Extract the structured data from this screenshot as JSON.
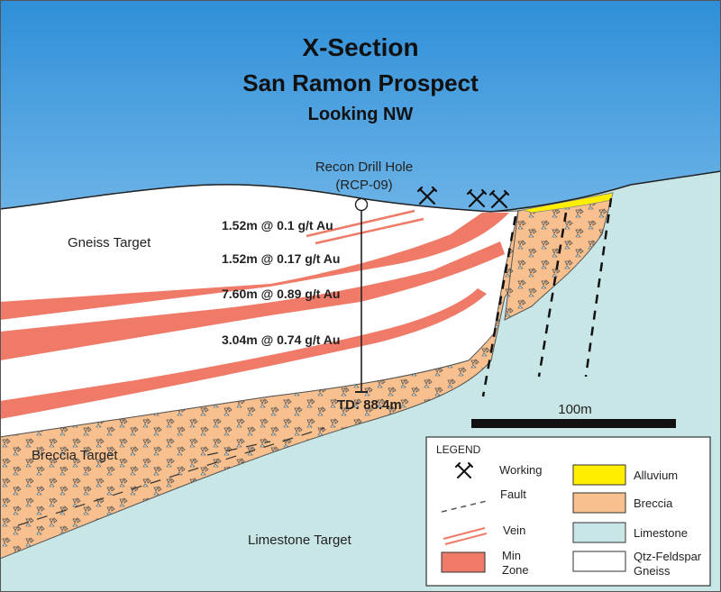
{
  "title": {
    "line1": "X-Section",
    "line2": "San Ramon Prospect",
    "line3": "Looking NW"
  },
  "drill_hole": {
    "label": "Recon Drill Hole",
    "id": "(RCP-09)",
    "td": "TD: 88.4m"
  },
  "intercepts": [
    "1.52m @ 0.1 g/t Au",
    "1.52m @ 0.17 g/t Au",
    "7.60m @ 0.89 g/t Au",
    "3.04m @ 0.74 g/t Au"
  ],
  "targets": {
    "gneiss": "Gneiss Target",
    "breccia": "Breccia Target",
    "limestone": "Limestone Target"
  },
  "scale_bar": {
    "label": "100m"
  },
  "legend": {
    "title": "LEGEND",
    "working": "Working",
    "fault": "Fault",
    "vein": "Vein",
    "min_zone_1": "Min",
    "min_zone_2": "Zone",
    "alluvium": "Alluvium",
    "breccia": "Breccia",
    "limestone": "Limestone",
    "gneiss_1": "Qtz-Feldspar",
    "gneiss_2": "Gneiss"
  },
  "colors": {
    "sky_top": "#2f8fd8",
    "sky_bottom": "#eaf5fd",
    "gneiss": "#ffffff",
    "breccia": "#f7c08e",
    "limestone": "#c9e6e6",
    "min_zone": "#ef7a68",
    "alluvium": "#ffee00",
    "vein": "#ef7a68",
    "fault": "#111111"
  }
}
